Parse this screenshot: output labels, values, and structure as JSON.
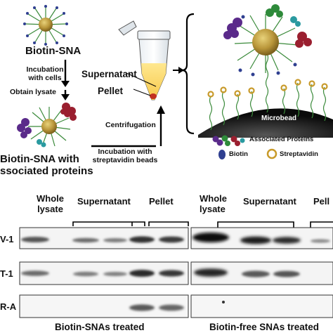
{
  "top": {
    "biotin_sna_label": "Biotin-SNA",
    "step_incubation_cells_line1": "Incubation",
    "step_incubation_cells_line2": "with cells",
    "step_obtain_lysate": "Obtain lysate",
    "biotin_sna_proteins_line1": "Biotin-SNA with",
    "biotin_sna_proteins_line2": "ssociated proteins",
    "supernatant_label": "Supernatant",
    "pellet_label": "Pellet",
    "centrifugation_label": "Centrifugation",
    "incubation_beads_line1": "Incubation with",
    "incubation_beads_line2": "streptavidin beads",
    "microbead_label": "Microbead",
    "legend": {
      "associated_proteins": "Associated Proteins",
      "biotin": "Biotin",
      "streptavidin": "Streptavidin"
    }
  },
  "blot": {
    "left_panel": {
      "col_whole_line1": "Whole",
      "col_whole_line2": "lysate",
      "col_supernatant": "Supernatant",
      "col_pellet": "Pellet",
      "caption": "Biotin-SNAs treated"
    },
    "right_panel": {
      "col_whole_line1": "Whole",
      "col_whole_line2": "lysate",
      "col_supernatant": "Supernatant",
      "col_pellet": "Pell",
      "caption": "Biotin-free SNAs treated"
    },
    "row_labels": [
      "V-1",
      "T-1",
      "R-A"
    ]
  }
}
